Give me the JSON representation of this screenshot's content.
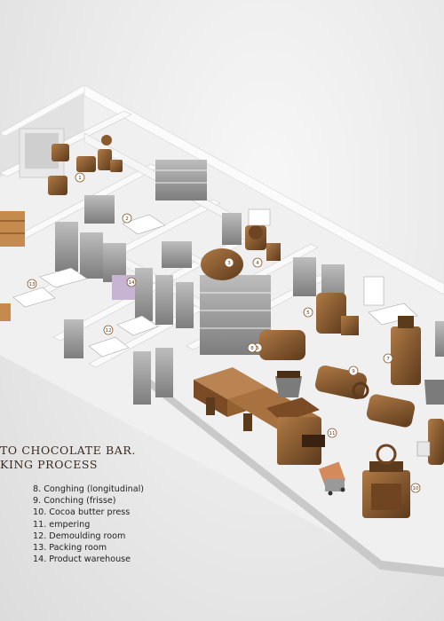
{
  "poster": {
    "title_lines": [
      "TO CHOCOLATE BAR.",
      "KING PROCESS"
    ],
    "legend": [
      "8. Conghing (longitudinal)",
      "9. Conching (frisse)",
      "10. Cocoa butter press",
      "11. empering",
      "12. Demoulding room",
      "13. Packing room",
      "14. Product warehouse"
    ],
    "station_numbers": [
      "1",
      "2",
      "3",
      "4",
      "5",
      "6",
      "7",
      "8",
      "9",
      "10",
      "11",
      "12",
      "13",
      "14"
    ]
  },
  "colors": {
    "floor": "#f1f1f1",
    "wall_top": "#fafafa",
    "wall_side": "#cfcfcf",
    "machine": "#8a5a2f",
    "machine_dark": "#5c3a1c",
    "shelf": "#9b9b9b"
  }
}
